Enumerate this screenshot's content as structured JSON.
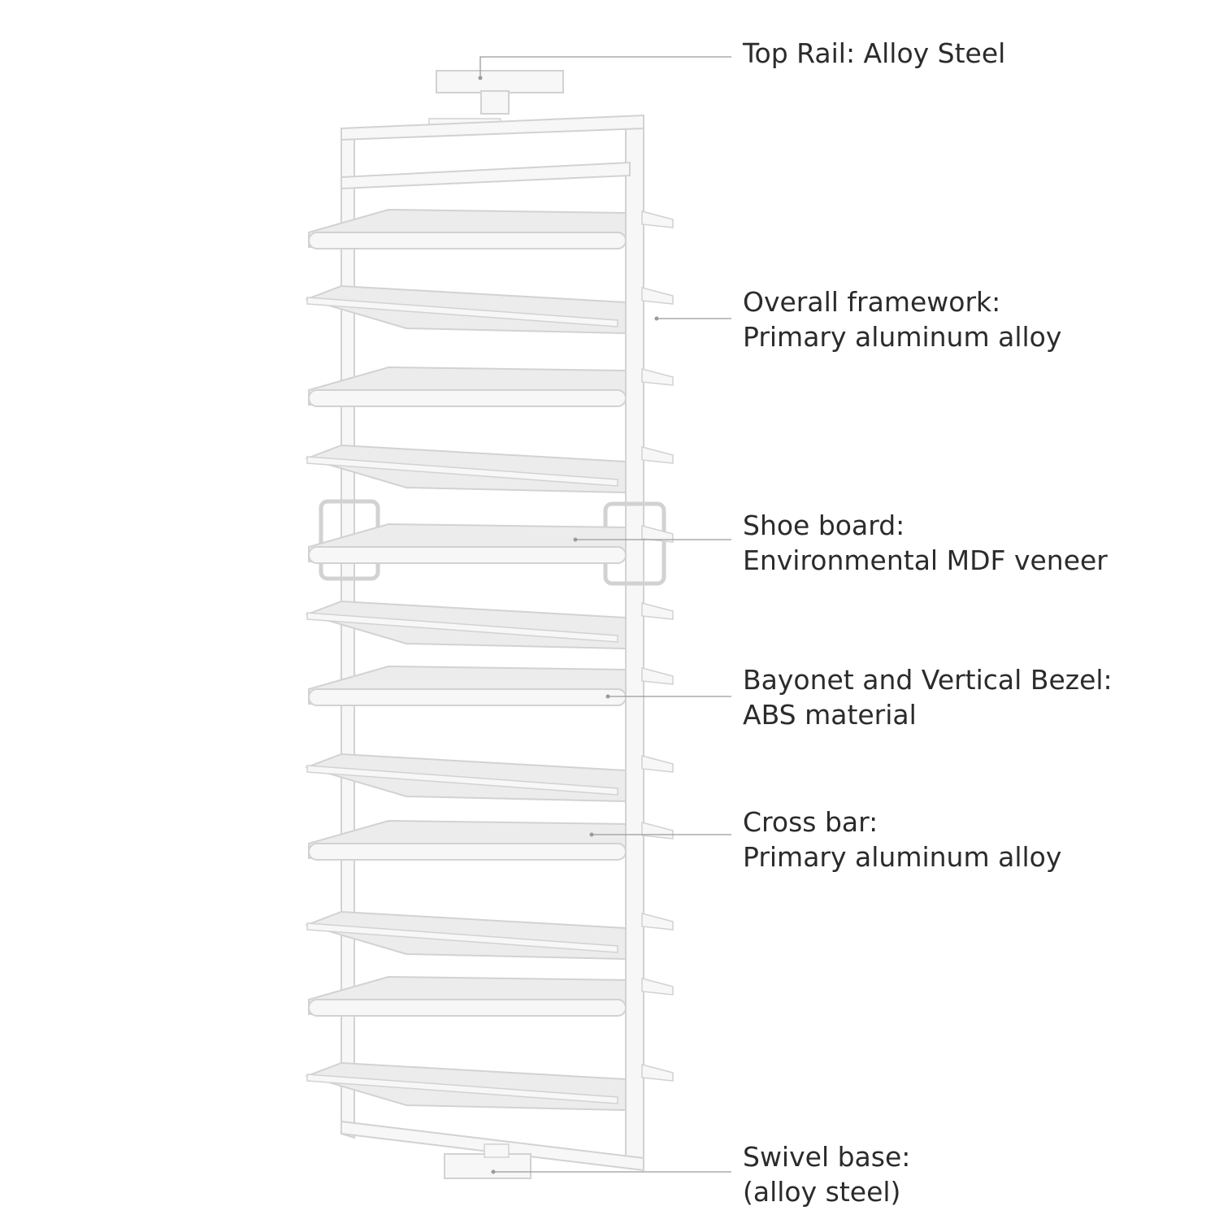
{
  "colors": {
    "background": "#ffffff",
    "rack_fill": "#f7f7f7",
    "rack_stroke": "#d2d2d2",
    "tray_surface": "#ececec",
    "leader_line": "#9a9a9a",
    "label_text": "#2b2b2b"
  },
  "callouts": [
    {
      "title": "Top Rail: Alloy Steel",
      "detail": ""
    },
    {
      "title": "Overall framework:",
      "detail": "Primary aluminum alloy"
    },
    {
      "title": "Shoe board:",
      "detail": "Environmental MDF veneer"
    },
    {
      "title": "Bayonet and Vertical Bezel:",
      "detail": "ABS material"
    },
    {
      "title": "Cross bar:",
      "detail": "Primary aluminum alloy"
    },
    {
      "title": "Swivel base:",
      "detail": "(alloy steel)"
    }
  ]
}
